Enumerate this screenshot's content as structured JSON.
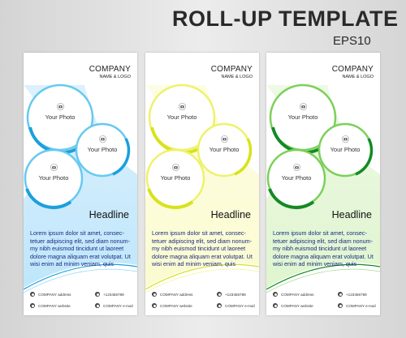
{
  "header": {
    "title": "ROLL-UP TEMPLATE",
    "subtitle": "EPS10"
  },
  "banners": [
    {
      "theme": "blue",
      "colors": {
        "light": "#bfe6fb",
        "mid": "#66c9f0",
        "dark": "#1aa0dc"
      },
      "company": "COMPANY",
      "company_sub": "NAME & LOGO",
      "photos": [
        "Your Photo",
        "Your Photo",
        "Your Photo"
      ],
      "headline": "Headline",
      "body": "Lorem ipsum dolor sit amet, consec- tetuer adipiscing elit, sed diam nonum- my nibh euismod tincidunt ut laoreet dolore magna aliquam erat volutpat. Ut wisi enim ad minim veniam, quis",
      "contact": {
        "address": "COMPANY address",
        "phone": "+123456789",
        "website": "COMPANY website",
        "email": "COMPANY e-mail"
      }
    },
    {
      "theme": "yellow",
      "colors": {
        "light": "#fbfbd0",
        "mid": "#eef26a",
        "dark": "#d8e21a"
      },
      "company": "COMPANY",
      "company_sub": "NAME & LOGO",
      "photos": [
        "Your Photo",
        "Your Photo",
        "Your Photo"
      ],
      "headline": "Headline",
      "body": "Lorem ipsum dolor sit amet, consec- tetuer adipiscing elit, sed diam nonum- my nibh euismod tincidunt ut laoreet dolore magna aliquam erat volutpat. Ut wisi enim ad minim veniam, quis",
      "contact": {
        "address": "COMPANY address",
        "phone": "+123456789",
        "website": "COMPANY website",
        "email": "COMPANY e-mail"
      }
    },
    {
      "theme": "green",
      "colors": {
        "light": "#dff5cf",
        "mid": "#7cd05a",
        "dark": "#138a25"
      },
      "company": "COMPANY",
      "company_sub": "NAME & LOGO",
      "photos": [
        "Your Photo",
        "Your Photo",
        "Your Photo"
      ],
      "headline": "Headline",
      "body": "Lorem ipsum dolor sit amet, consec- tetuer adipiscing elit, sed diam nonum- my nibh euismod tincidunt ut laoreet dolore magna aliquam erat volutpat. Ut wisi enim ad minim veniam, quis",
      "contact": {
        "address": "COMPANY address",
        "phone": "+123456789",
        "website": "COMPANY website",
        "email": "COMPANY e-mail"
      }
    }
  ],
  "icons": [
    "camera-icon",
    "location-icon",
    "phone-icon",
    "globe-icon",
    "mail-icon"
  ]
}
